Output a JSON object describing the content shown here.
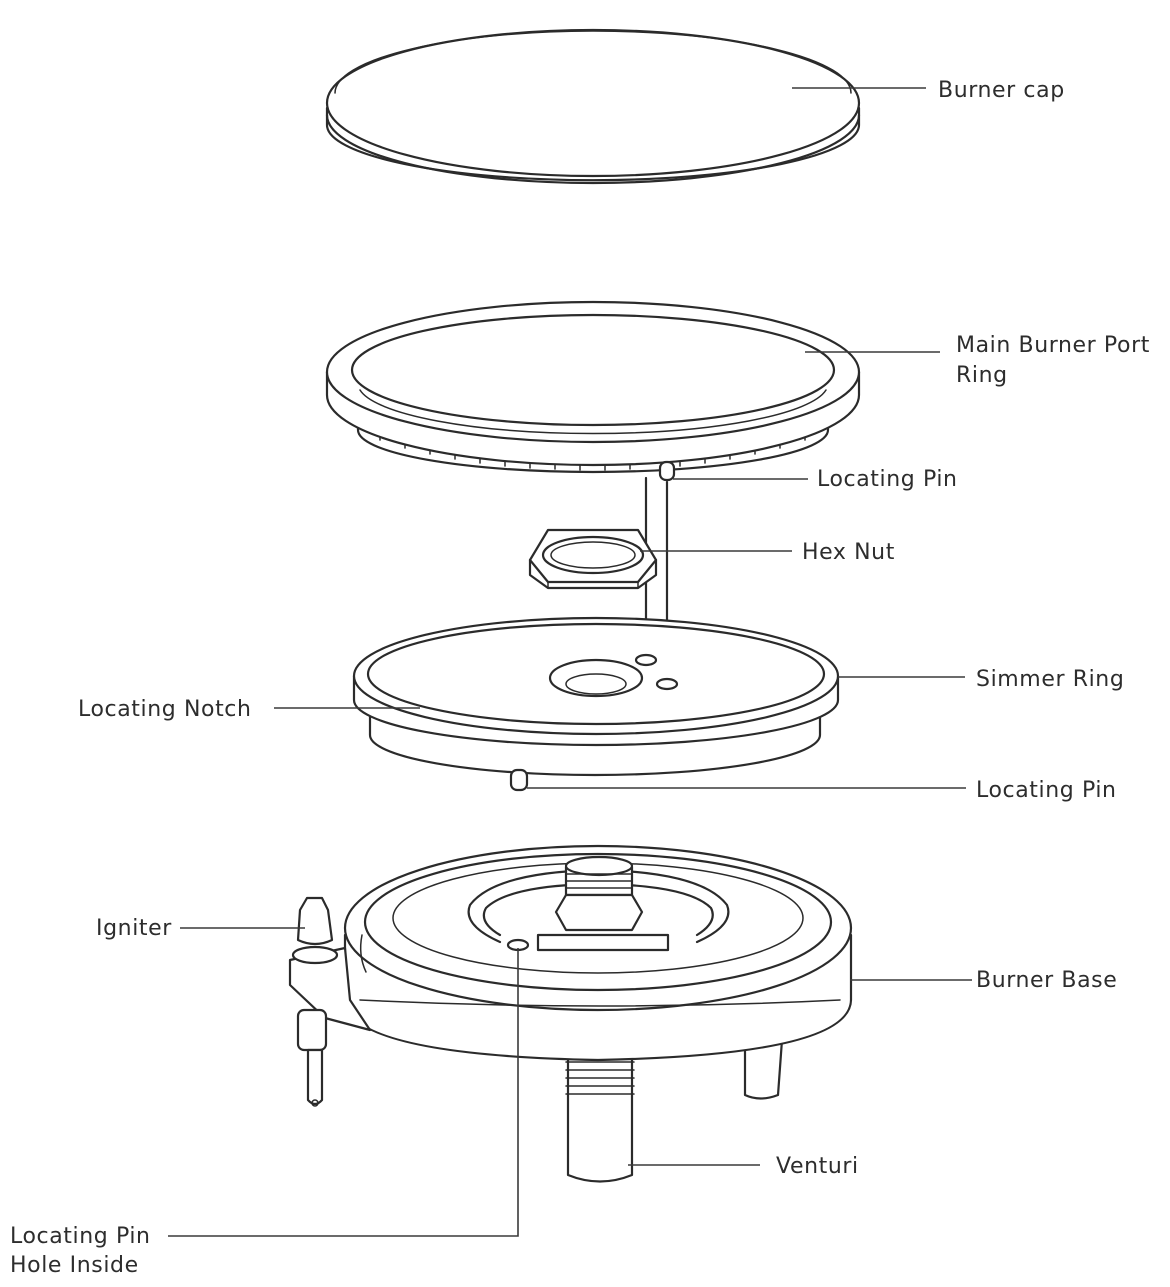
{
  "labels": {
    "burner_cap": "Burner cap",
    "main_burner_port_ring_1": "Main Burner Port",
    "main_burner_port_ring_2": "Ring",
    "locating_pin_top": "Locating Pin",
    "hex_nut": "Hex Nut",
    "simmer_ring": "Simmer Ring",
    "locating_notch": "Locating Notch",
    "locating_pin_bottom": "Locating Pin",
    "igniter": "Igniter",
    "burner_base": "Burner Base",
    "venturi": "Venturi",
    "locating_pin_hole_1": "Locating Pin",
    "locating_pin_hole_2": "Hole Inside"
  },
  "colors": {
    "line": "#2b2b2b",
    "background": "#ffffff"
  }
}
